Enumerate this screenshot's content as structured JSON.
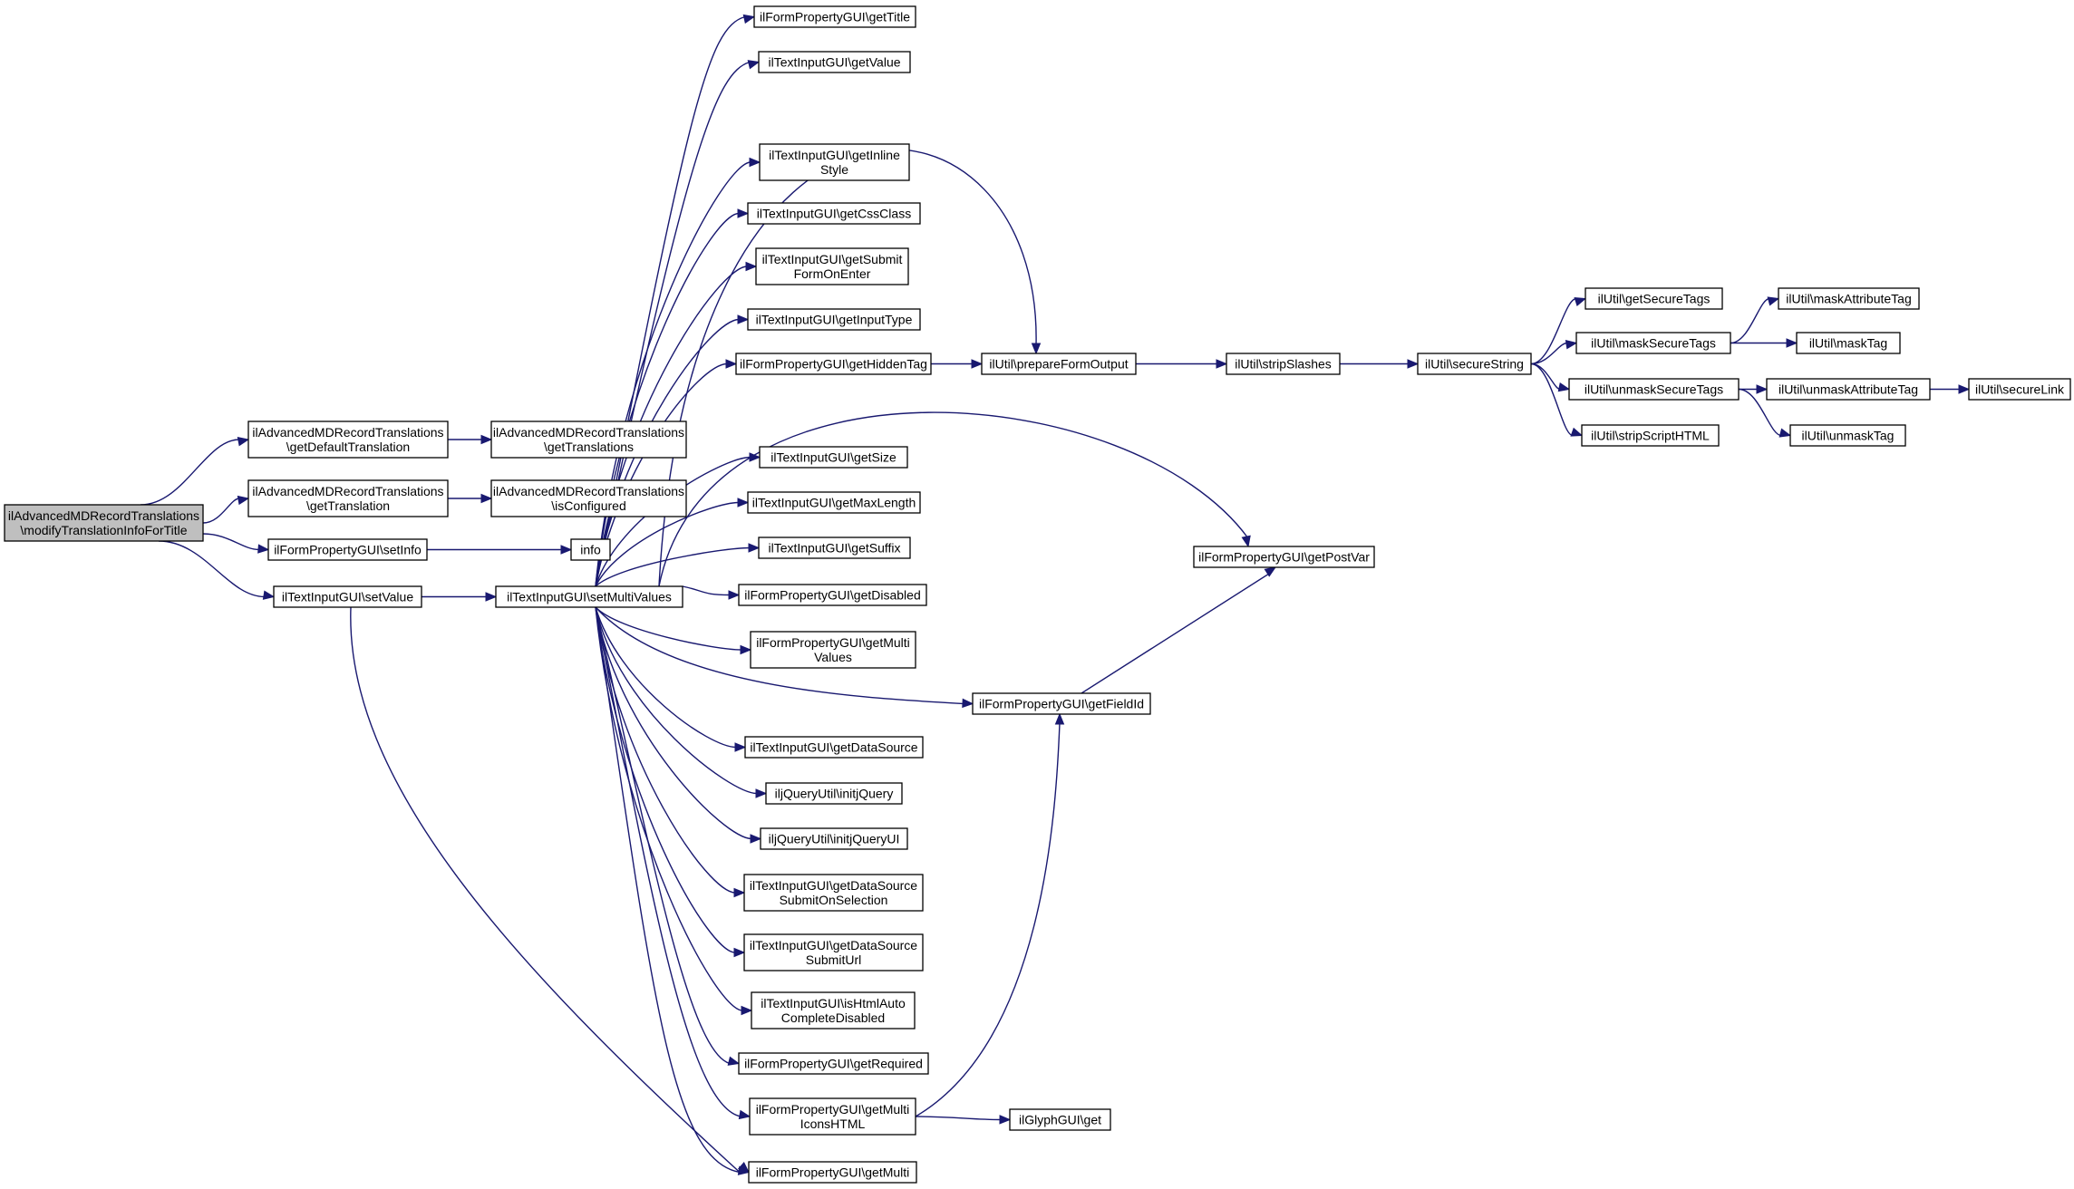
{
  "graph": {
    "colors": {
      "edge": "#191970",
      "node_border": "#000000",
      "root_fill": "#bfbfbf",
      "node_fill": "#ffffff"
    },
    "nodes": [
      {
        "id": "modifyTI",
        "lines": [
          "ilAdvancedMDRecordTranslations",
          "\\modifyTranslationInfoForTitle"
        ],
        "root": true
      },
      {
        "id": "getDefaultTranslation",
        "lines": [
          "ilAdvancedMDRecordTranslations",
          "\\getDefaultTranslation"
        ]
      },
      {
        "id": "getTranslation",
        "lines": [
          "ilAdvancedMDRecordTranslations",
          "\\getTranslation"
        ]
      },
      {
        "id": "setInfo",
        "lines": [
          "ilFormPropertyGUI\\setInfo"
        ]
      },
      {
        "id": "setValue",
        "lines": [
          "ilTextInputGUI\\setValue"
        ]
      },
      {
        "id": "getTranslations",
        "lines": [
          "ilAdvancedMDRecordTranslations",
          "\\getTranslations"
        ]
      },
      {
        "id": "isConfigured",
        "lines": [
          "ilAdvancedMDRecordTranslations",
          "\\isConfigured"
        ]
      },
      {
        "id": "info",
        "lines": [
          "info"
        ]
      },
      {
        "id": "setMultiValues",
        "lines": [
          "ilTextInputGUI\\setMultiValues"
        ]
      },
      {
        "id": "getTitle",
        "lines": [
          "ilFormPropertyGUI\\getTitle"
        ]
      },
      {
        "id": "getValue",
        "lines": [
          "ilTextInputGUI\\getValue"
        ]
      },
      {
        "id": "getInlineStyle",
        "lines": [
          "ilTextInputGUI\\getInline",
          "Style"
        ]
      },
      {
        "id": "getCssClass",
        "lines": [
          "ilTextInputGUI\\getCssClass"
        ]
      },
      {
        "id": "getSubmitFormOnEnter",
        "lines": [
          "ilTextInputGUI\\getSubmit",
          "FormOnEnter"
        ]
      },
      {
        "id": "getInputType",
        "lines": [
          "ilTextInputGUI\\getInputType"
        ]
      },
      {
        "id": "getHiddenTag",
        "lines": [
          "ilFormPropertyGUI\\getHiddenTag"
        ]
      },
      {
        "id": "getSize",
        "lines": [
          "ilTextInputGUI\\getSize"
        ]
      },
      {
        "id": "getMaxLength",
        "lines": [
          "ilTextInputGUI\\getMaxLength"
        ]
      },
      {
        "id": "getSuffix",
        "lines": [
          "ilTextInputGUI\\getSuffix"
        ]
      },
      {
        "id": "getDisabled",
        "lines": [
          "ilFormPropertyGUI\\getDisabled"
        ]
      },
      {
        "id": "getMultiValues",
        "lines": [
          "ilFormPropertyGUI\\getMulti",
          "Values"
        ]
      },
      {
        "id": "getDataSource",
        "lines": [
          "ilTextInputGUI\\getDataSource"
        ]
      },
      {
        "id": "initjQuery",
        "lines": [
          "iljQueryUtil\\initjQuery"
        ]
      },
      {
        "id": "initjQueryUI",
        "lines": [
          "iljQueryUtil\\initjQueryUI"
        ]
      },
      {
        "id": "getDataSourceSubmitOnSelection",
        "lines": [
          "ilTextInputGUI\\getDataSource",
          "SubmitOnSelection"
        ]
      },
      {
        "id": "getDataSourceSubmitUrl",
        "lines": [
          "ilTextInputGUI\\getDataSource",
          "SubmitUrl"
        ]
      },
      {
        "id": "isHtmlAutoCompleteDisabled",
        "lines": [
          "ilTextInputGUI\\isHtmlAuto",
          "CompleteDisabled"
        ]
      },
      {
        "id": "getRequired",
        "lines": [
          "ilFormPropertyGUI\\getRequired"
        ]
      },
      {
        "id": "getMultiIconsHTML",
        "lines": [
          "ilFormPropertyGUI\\getMulti",
          "IconsHTML"
        ]
      },
      {
        "id": "getMulti",
        "lines": [
          "ilFormPropertyGUI\\getMulti"
        ]
      },
      {
        "id": "prepareFormOutput",
        "lines": [
          "ilUtil\\prepareFormOutput"
        ]
      },
      {
        "id": "getPostVar",
        "lines": [
          "ilFormPropertyGUI\\getPostVar"
        ]
      },
      {
        "id": "getFieldId",
        "lines": [
          "ilFormPropertyGUI\\getFieldId"
        ]
      },
      {
        "id": "ilGlyphGet",
        "lines": [
          "ilGlyphGUI\\get"
        ]
      },
      {
        "id": "stripSlashes",
        "lines": [
          "ilUtil\\stripSlashes"
        ]
      },
      {
        "id": "secureString",
        "lines": [
          "ilUtil\\secureString"
        ]
      },
      {
        "id": "getSecureTags",
        "lines": [
          "ilUtil\\getSecureTags"
        ]
      },
      {
        "id": "maskSecureTags",
        "lines": [
          "ilUtil\\maskSecureTags"
        ]
      },
      {
        "id": "unmaskSecureTags",
        "lines": [
          "ilUtil\\unmaskSecureTags"
        ]
      },
      {
        "id": "stripScriptHTML",
        "lines": [
          "ilUtil\\stripScriptHTML"
        ]
      },
      {
        "id": "maskAttributeTag",
        "lines": [
          "ilUtil\\maskAttributeTag"
        ]
      },
      {
        "id": "maskTag",
        "lines": [
          "ilUtil\\maskTag"
        ]
      },
      {
        "id": "unmaskAttributeTag",
        "lines": [
          "ilUtil\\unmaskAttributeTag"
        ]
      },
      {
        "id": "unmaskTag",
        "lines": [
          "ilUtil\\unmaskTag"
        ]
      },
      {
        "id": "secureLink",
        "lines": [
          "ilUtil\\secureLink"
        ]
      }
    ],
    "edges": [
      [
        "modifyTI",
        "getDefaultTranslation"
      ],
      [
        "modifyTI",
        "getTranslation"
      ],
      [
        "modifyTI",
        "setInfo"
      ],
      [
        "modifyTI",
        "setValue"
      ],
      [
        "getDefaultTranslation",
        "getTranslations"
      ],
      [
        "getTranslation",
        "isConfigured"
      ],
      [
        "setInfo",
        "info"
      ],
      [
        "setValue",
        "setMultiValues"
      ],
      [
        "setValue",
        "getMulti"
      ],
      [
        "setMultiValues",
        "getTitle"
      ],
      [
        "setMultiValues",
        "getValue"
      ],
      [
        "setMultiValues",
        "getInlineStyle"
      ],
      [
        "setMultiValues",
        "getCssClass"
      ],
      [
        "setMultiValues",
        "getSubmitFormOnEnter"
      ],
      [
        "setMultiValues",
        "getInputType"
      ],
      [
        "setMultiValues",
        "getHiddenTag"
      ],
      [
        "setMultiValues",
        "getSize"
      ],
      [
        "setMultiValues",
        "getMaxLength"
      ],
      [
        "setMultiValues",
        "getSuffix"
      ],
      [
        "setMultiValues",
        "getDisabled"
      ],
      [
        "setMultiValues",
        "getMultiValues"
      ],
      [
        "setMultiValues",
        "getDataSource"
      ],
      [
        "setMultiValues",
        "initjQuery"
      ],
      [
        "setMultiValues",
        "initjQueryUI"
      ],
      [
        "setMultiValues",
        "getDataSourceSubmitOnSelection"
      ],
      [
        "setMultiValues",
        "getDataSourceSubmitUrl"
      ],
      [
        "setMultiValues",
        "isHtmlAutoCompleteDisabled"
      ],
      [
        "setMultiValues",
        "getRequired"
      ],
      [
        "setMultiValues",
        "getMultiIconsHTML"
      ],
      [
        "setMultiValues",
        "getMulti"
      ],
      [
        "setMultiValues",
        "prepareFormOutput"
      ],
      [
        "setMultiValues",
        "getPostVar"
      ],
      [
        "setMultiValues",
        "getFieldId"
      ],
      [
        "getHiddenTag",
        "prepareFormOutput"
      ],
      [
        "getFieldId",
        "getPostVar"
      ],
      [
        "getMultiIconsHTML",
        "getFieldId"
      ],
      [
        "getMultiIconsHTML",
        "ilGlyphGet"
      ],
      [
        "prepareFormOutput",
        "stripSlashes"
      ],
      [
        "stripSlashes",
        "secureString"
      ],
      [
        "secureString",
        "getSecureTags"
      ],
      [
        "secureString",
        "maskSecureTags"
      ],
      [
        "secureString",
        "unmaskSecureTags"
      ],
      [
        "secureString",
        "stripScriptHTML"
      ],
      [
        "maskSecureTags",
        "maskAttributeTag"
      ],
      [
        "maskSecureTags",
        "maskTag"
      ],
      [
        "unmaskSecureTags",
        "unmaskAttributeTag"
      ],
      [
        "unmaskSecureTags",
        "unmaskTag"
      ],
      [
        "unmaskAttributeTag",
        "secureLink"
      ]
    ]
  }
}
